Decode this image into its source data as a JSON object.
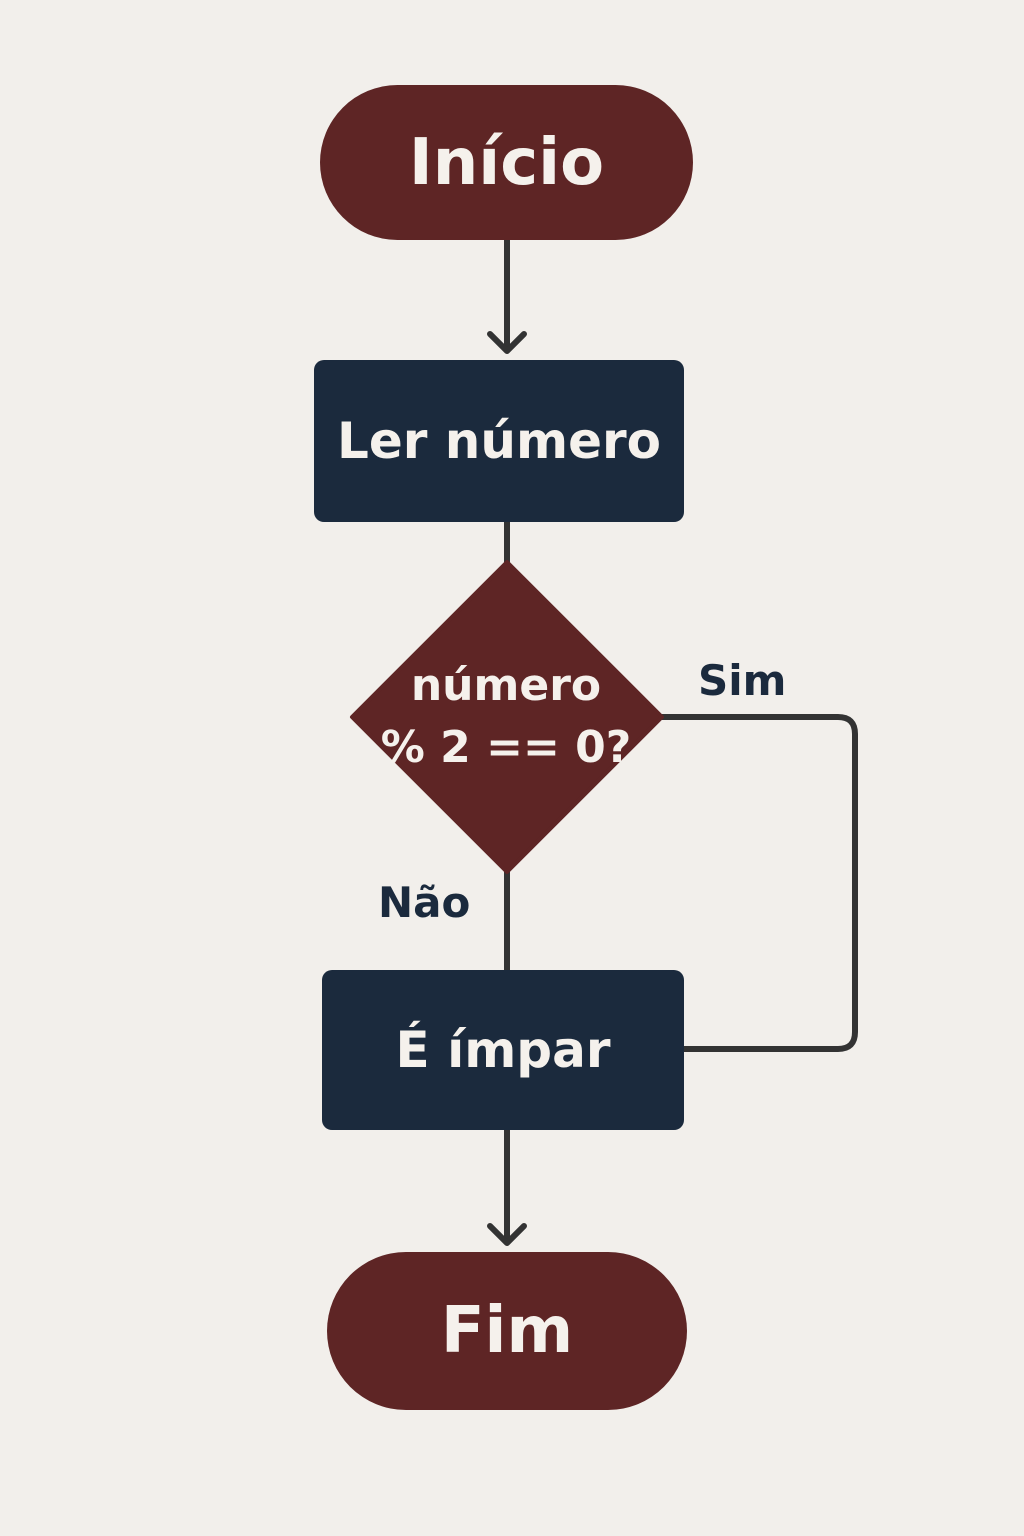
{
  "colors": {
    "background": "#f2efeb",
    "terminal": "#5e2525",
    "process": "#1b2a3d",
    "decision": "#5e2525",
    "connector": "#333333",
    "node_text": "#f5f1ec",
    "label_text": "#1b2a3d"
  },
  "nodes": {
    "start": {
      "label": "Início",
      "shape": "terminal"
    },
    "read": {
      "label": "Ler número",
      "shape": "process"
    },
    "decision": {
      "line1": "número",
      "line2": "% 2 == 0?",
      "shape": "decision"
    },
    "odd": {
      "label": "É ímpar",
      "shape": "process"
    },
    "end": {
      "label": "Fim",
      "shape": "terminal"
    }
  },
  "edges": {
    "yes_label": "Sim",
    "no_label": "Não"
  }
}
